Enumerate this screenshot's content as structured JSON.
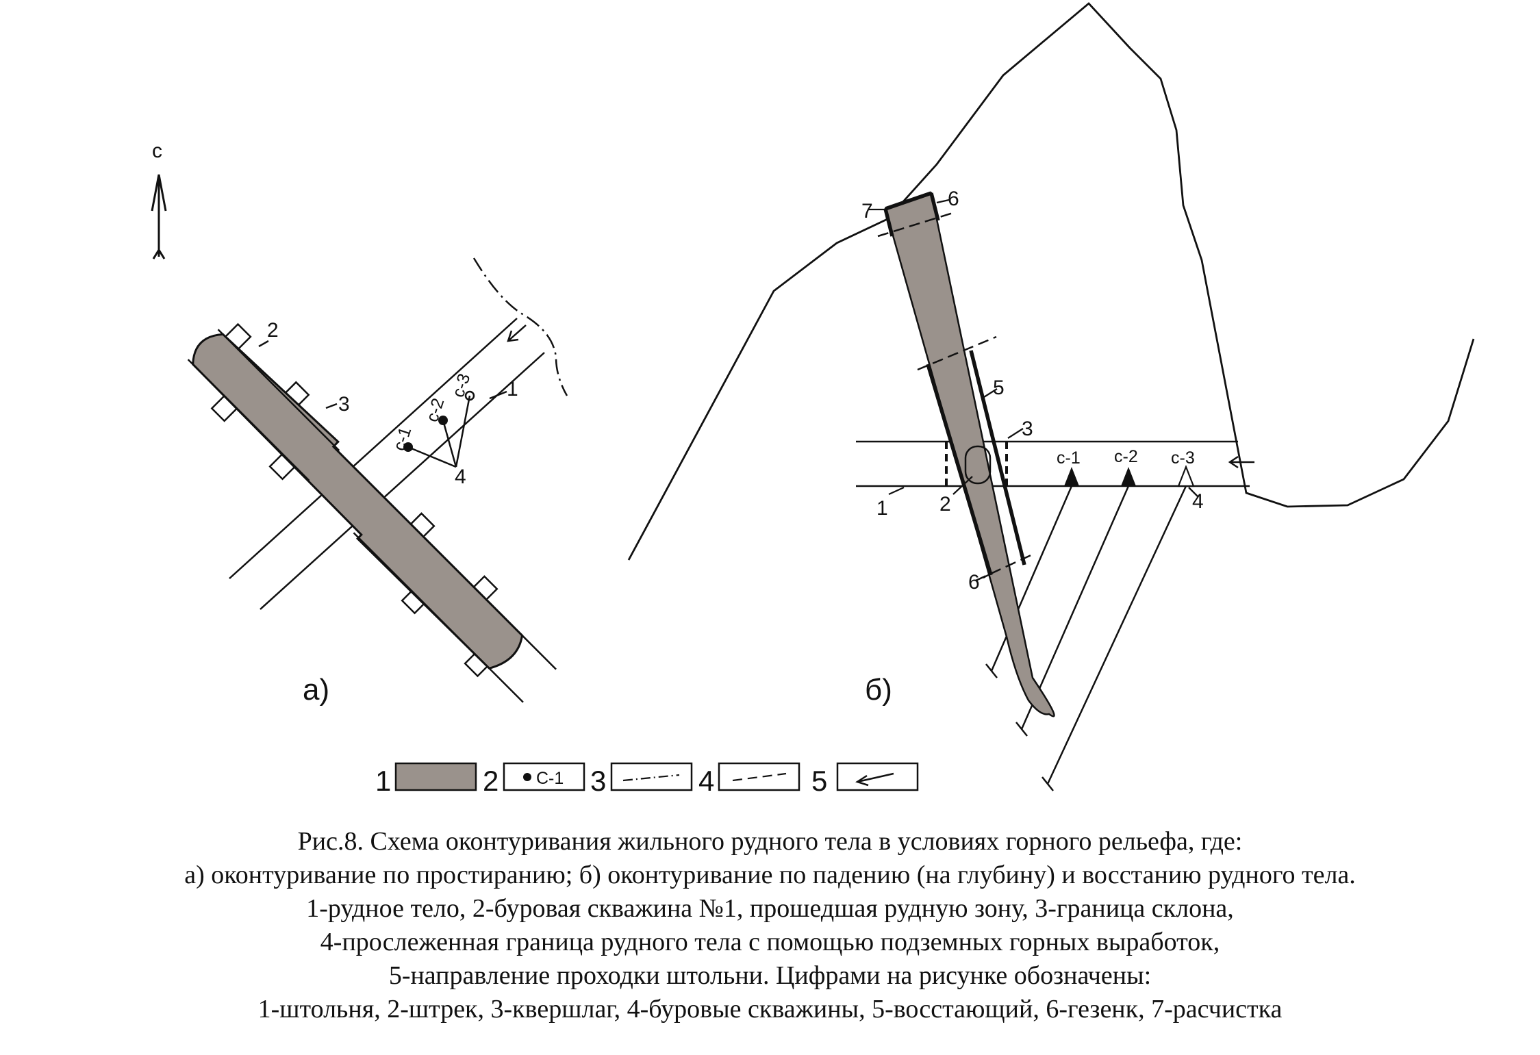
{
  "north_label": "с",
  "panel_a": {
    "label": "а)",
    "callouts": {
      "n1": "1",
      "n2": "2",
      "n3": "3",
      "n4": "4"
    },
    "wells": [
      "с-1",
      "с-2",
      "с-3"
    ]
  },
  "panel_b": {
    "label": "б)",
    "callouts": {
      "n1": "1",
      "n2": "2",
      "n3": "3",
      "n4": "4",
      "n5": "5",
      "n6a": "6",
      "n6b": "6",
      "n7": "7"
    },
    "wells": [
      "с-1",
      "с-2",
      "с-3"
    ]
  },
  "legend": [
    {
      "num": "1",
      "sample": "ore-body"
    },
    {
      "num": "2",
      "sample": "well",
      "text": "С-1"
    },
    {
      "num": "3",
      "sample": "dash-dot-line"
    },
    {
      "num": "4",
      "sample": "dashed-line"
    },
    {
      "num": "5",
      "sample": "arrow"
    }
  ],
  "colors": {
    "ore_fill": "#9a928c",
    "line": "#111111"
  },
  "caption": [
    "Рис.8. Схема оконтуривания жильного рудного тела в условиях горного рельефа, где:",
    "а) оконтуривание по простиранию; б) оконтуривание по падению (на глубину) и восстанию рудного тела.",
    "1-рудное тело, 2-буровая скважина №1, прошедшая рудную зону, 3-граница склона,",
    "4-прослеженная граница рудного тела с помощью подземных горных выработок,",
    "5-направление проходки штольни. Цифрами на рисунке обозначены:",
    "1-штольня, 2-штрек, 3-квершлаг, 4-буровые скважины, 5-восстающий, 6-гезенк, 7-расчистка"
  ]
}
